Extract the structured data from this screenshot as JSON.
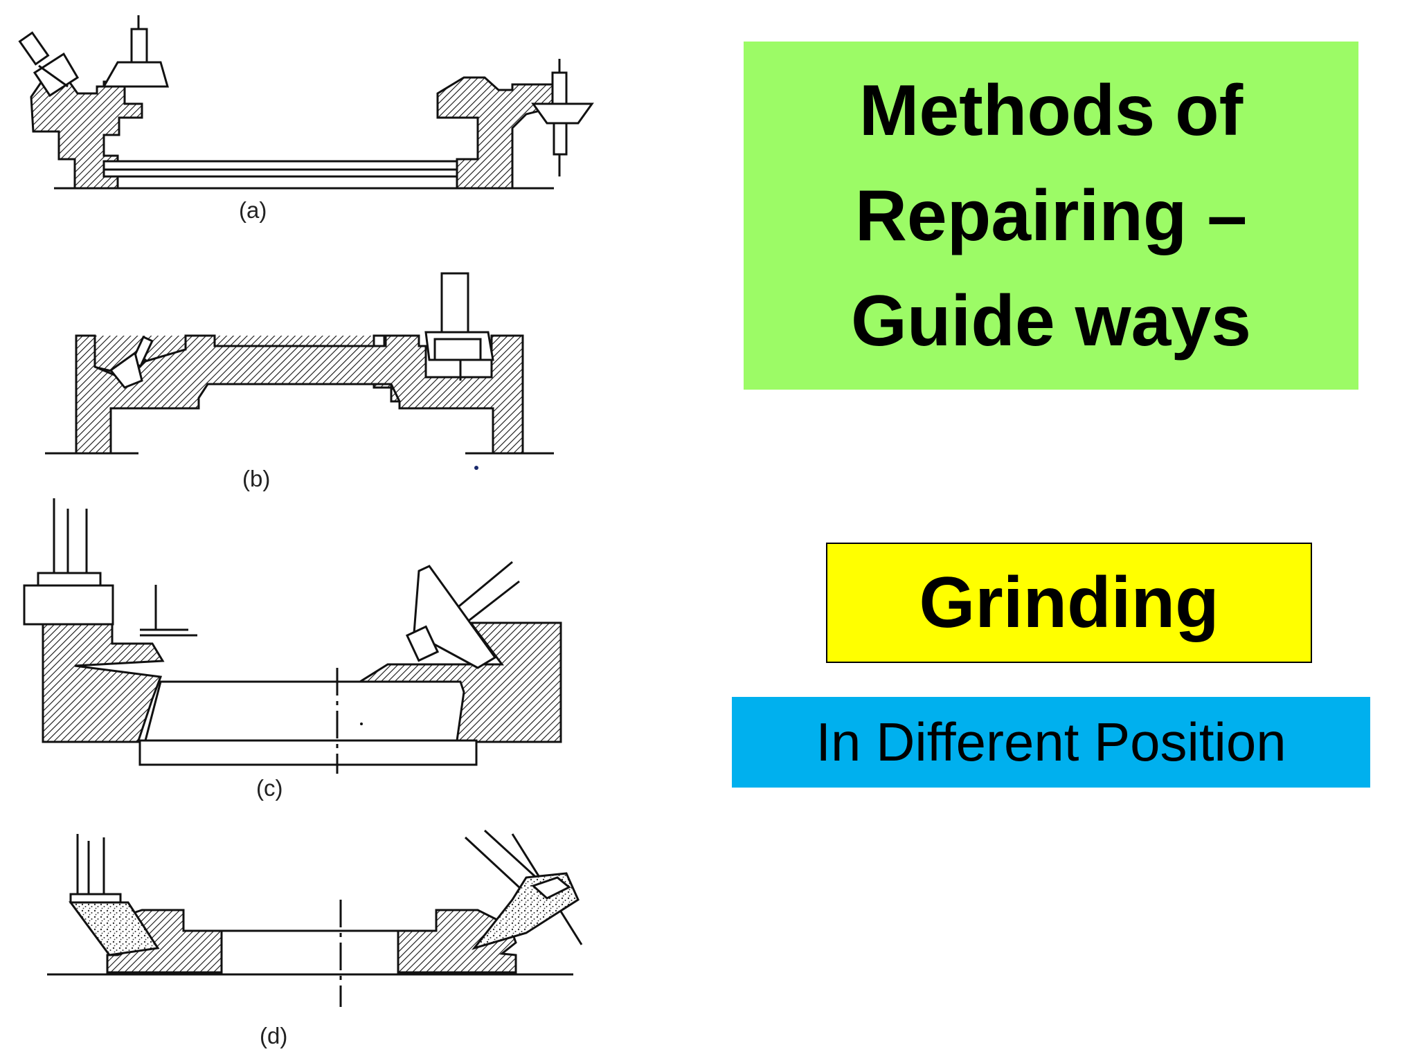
{
  "title": {
    "lines": [
      "Methods of",
      "Repairing –",
      "Guide ways"
    ],
    "background": "#9cfb66"
  },
  "method": {
    "label": "Grinding",
    "background": "#ffff00"
  },
  "subtitle": {
    "label": "In Different Position",
    "background": "#00b0ee"
  },
  "figures": {
    "a": {
      "caption": "(a)"
    },
    "b": {
      "caption": "(b)"
    },
    "c": {
      "caption": "(c)"
    },
    "d": {
      "caption": "(d)"
    }
  },
  "colors": {
    "hatch": "#111111",
    "stipple": "#333333"
  }
}
